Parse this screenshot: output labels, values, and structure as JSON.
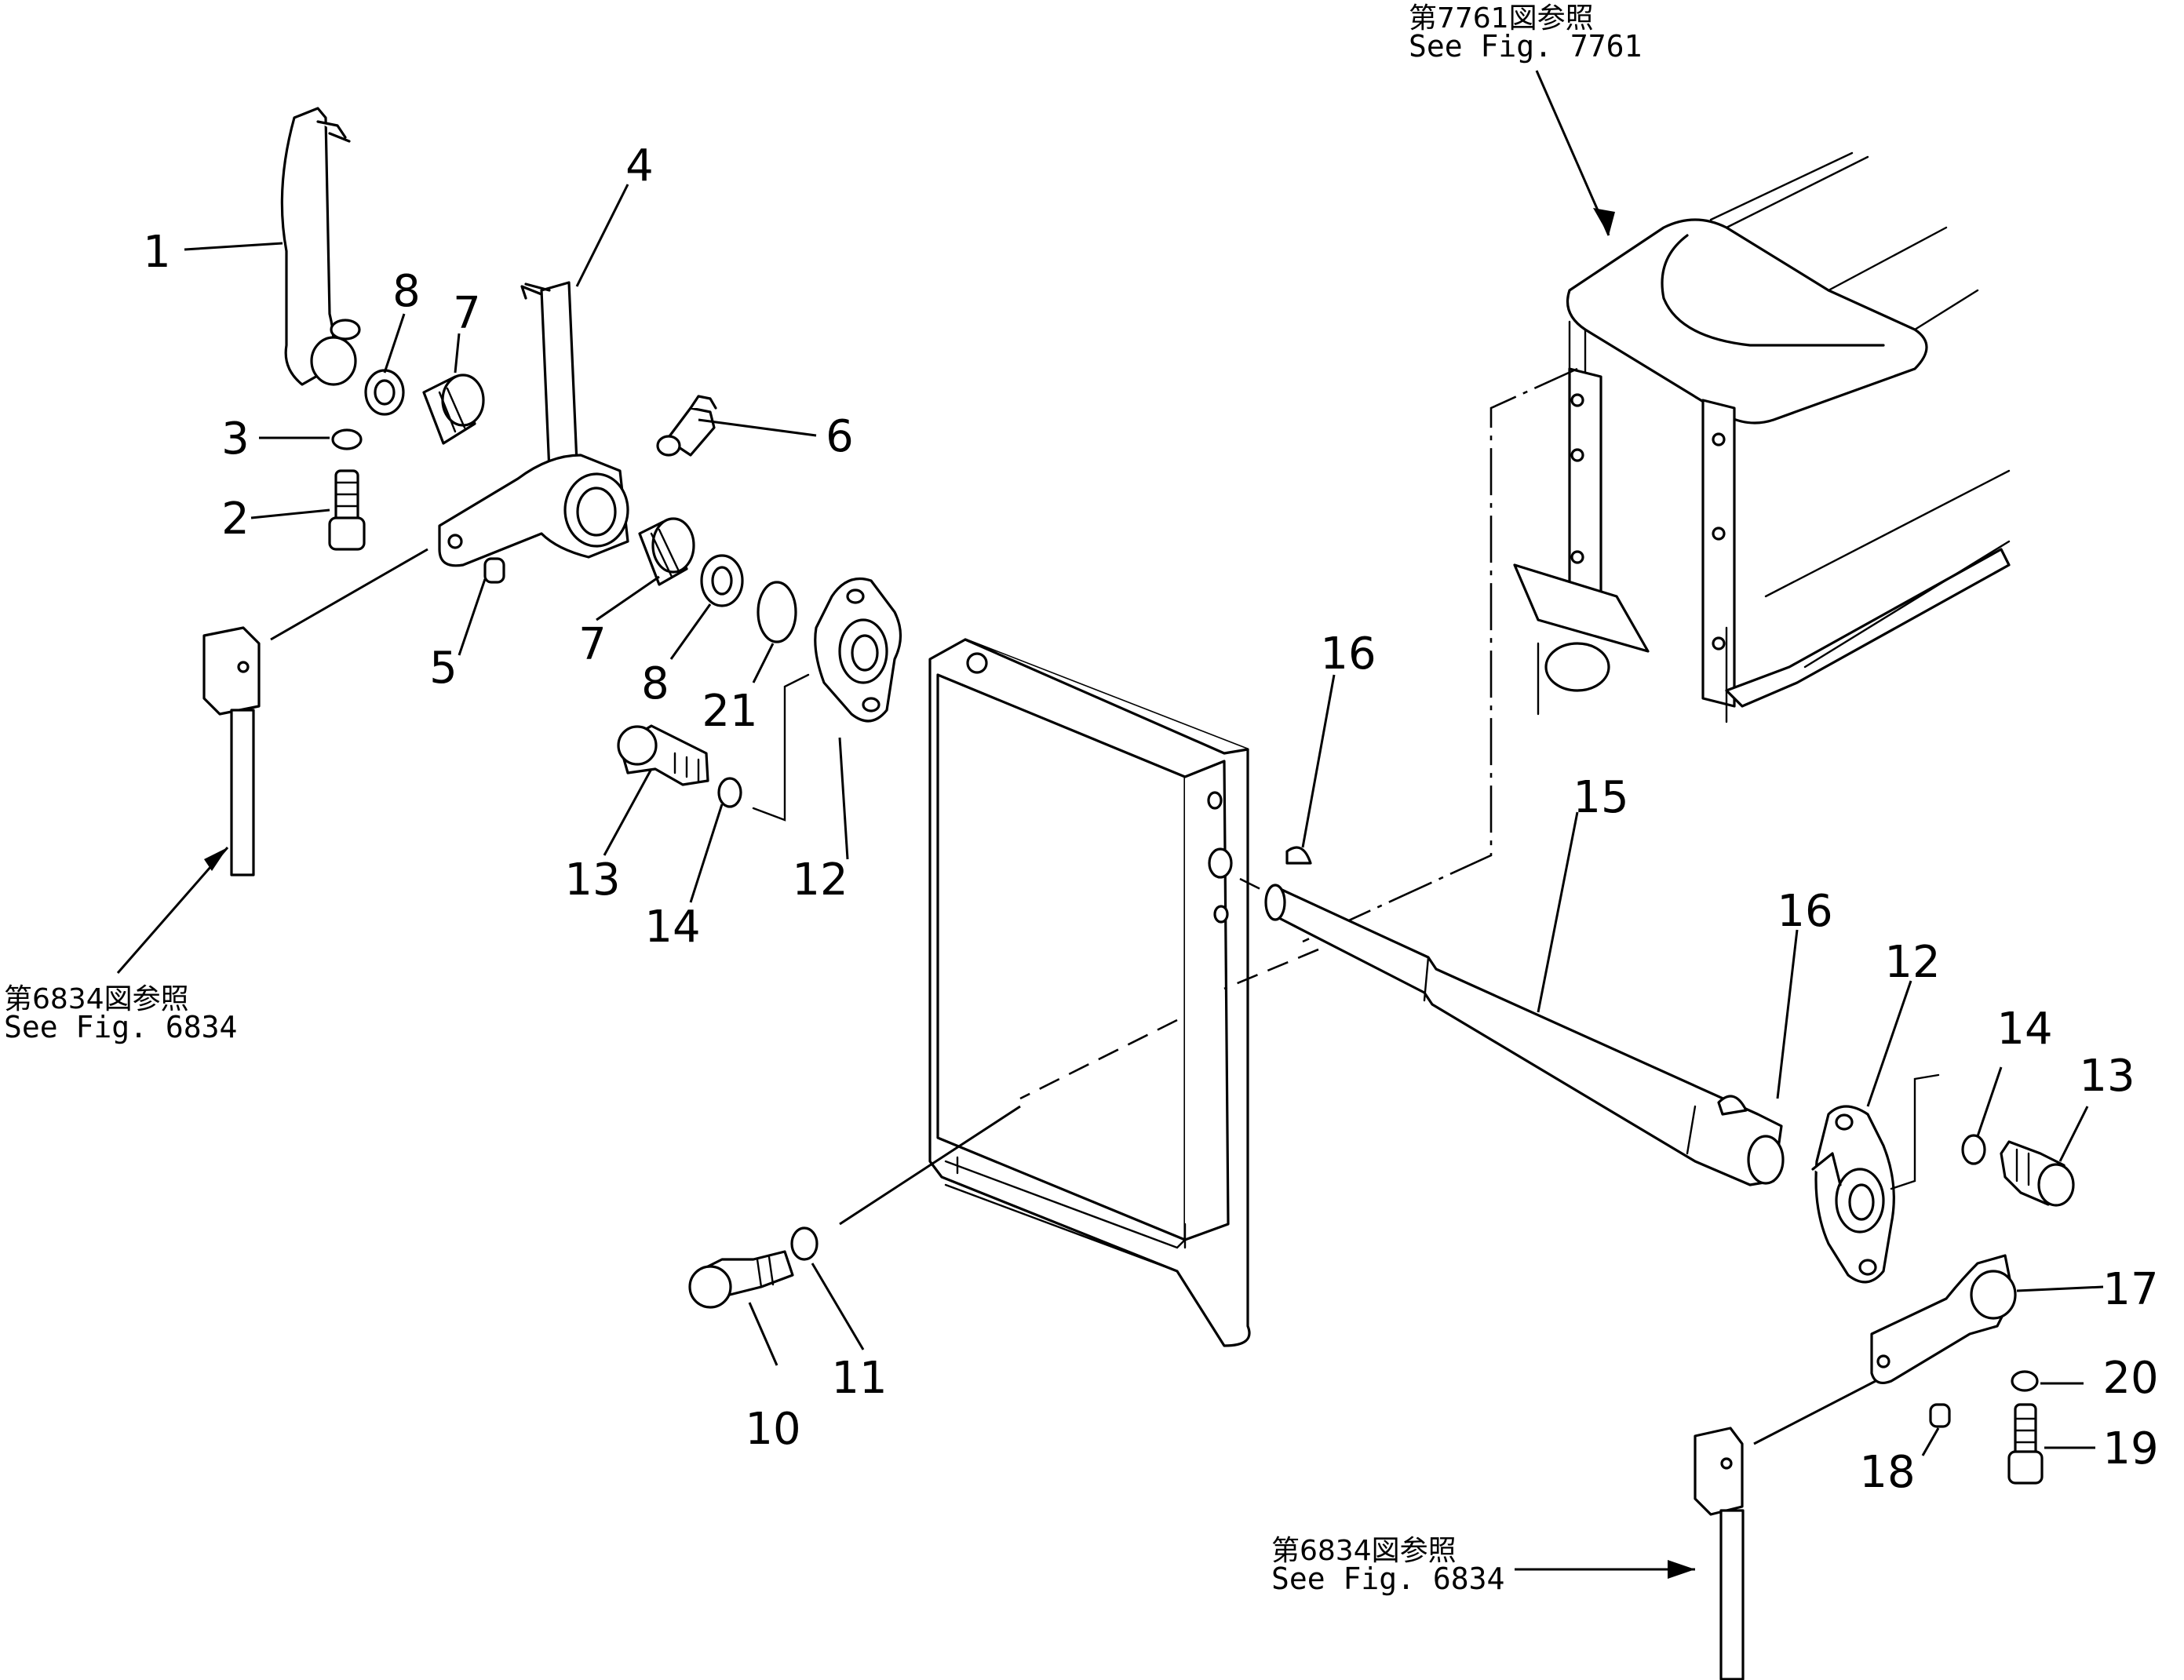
{
  "diagram": {
    "callouts": {
      "c1": "1",
      "c2": "2",
      "c3": "3",
      "c4": "4",
      "c5": "5",
      "c6": "6",
      "c7a": "7",
      "c7b": "7",
      "c8a": "8",
      "c8b": "8",
      "c10": "10",
      "c11": "11",
      "c12a": "12",
      "c12b": "12",
      "c13a": "13",
      "c13b": "13",
      "c14a": "14",
      "c14b": "14",
      "c15": "15",
      "c16a": "16",
      "c16b": "16",
      "c17": "17",
      "c18": "18",
      "c19": "19",
      "c20": "20",
      "c21": "21"
    },
    "references": {
      "fig7761_jp": "第7761図参照",
      "fig7761_en": "See Fig. 7761",
      "fig6834_left_jp": "第6834図参照",
      "fig6834_left_en": "See Fig. 6834",
      "fig6834_bottom_jp": "第6834図参照",
      "fig6834_bottom_en": "See Fig. 6834"
    }
  }
}
